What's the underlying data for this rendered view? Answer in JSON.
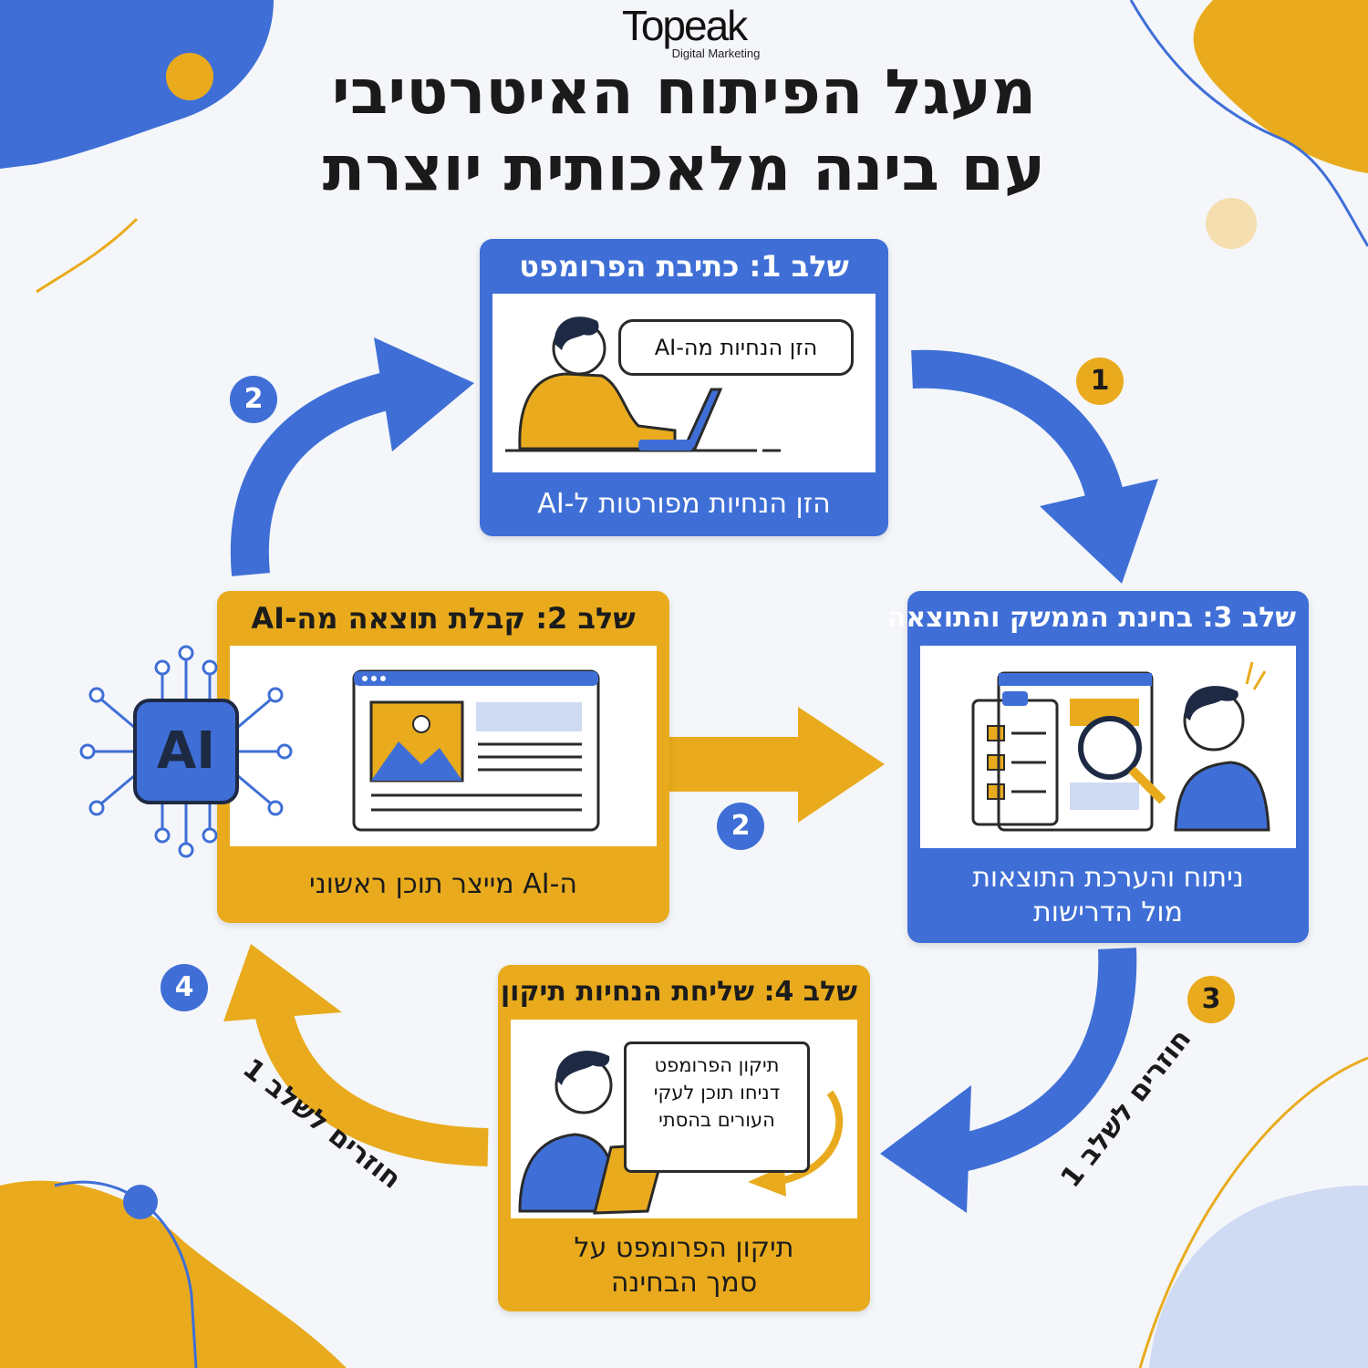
{
  "brand": {
    "name": "Topeak",
    "tagline": "Digital Marketing"
  },
  "title": {
    "line1": "מעגל הפיתוח האיטרטיבי",
    "line2": "עם בינה מלאכותית יוצרת"
  },
  "steps": [
    {
      "header": "שלב 1: כתיבת הפרומפט",
      "bubble": "הזן הנחיות מה-AI",
      "footer": "הזן הנחיות מפורטות ל-AI"
    },
    {
      "header": "שלב 2: קבלת תוצאה מה-AI",
      "chip_label": "AI",
      "footer": "ה-AI מייצר תוכן ראשוני"
    },
    {
      "header": "שלב 3: בחינת הממשק והתוצאה",
      "footer_line1": "ניתוח והערכת התוצאות",
      "footer_line2": "מול הדרישות"
    },
    {
      "header": "שלב 4: שליחת הנחיות תיקון",
      "note_lines": [
        "תיקון הפרומפט",
        "דניחו תוכן לעקי",
        "העורים בהסתי"
      ],
      "footer_line1": "תיקון הפרומפט על",
      "footer_line2": "סמך הבחינה"
    }
  ],
  "markers": {
    "m1": "1",
    "m2_top": "2",
    "m2_mid": "2",
    "m3": "3",
    "m4": "4"
  },
  "loop_labels": {
    "right": "חוזרים לשלב 1",
    "left": "חוזרים לשלב 1"
  },
  "colors": {
    "blue": "#3f6fd6",
    "gold": "#e9ab1d",
    "ink": "#1a1a1a",
    "background": "#f4f6fa"
  }
}
